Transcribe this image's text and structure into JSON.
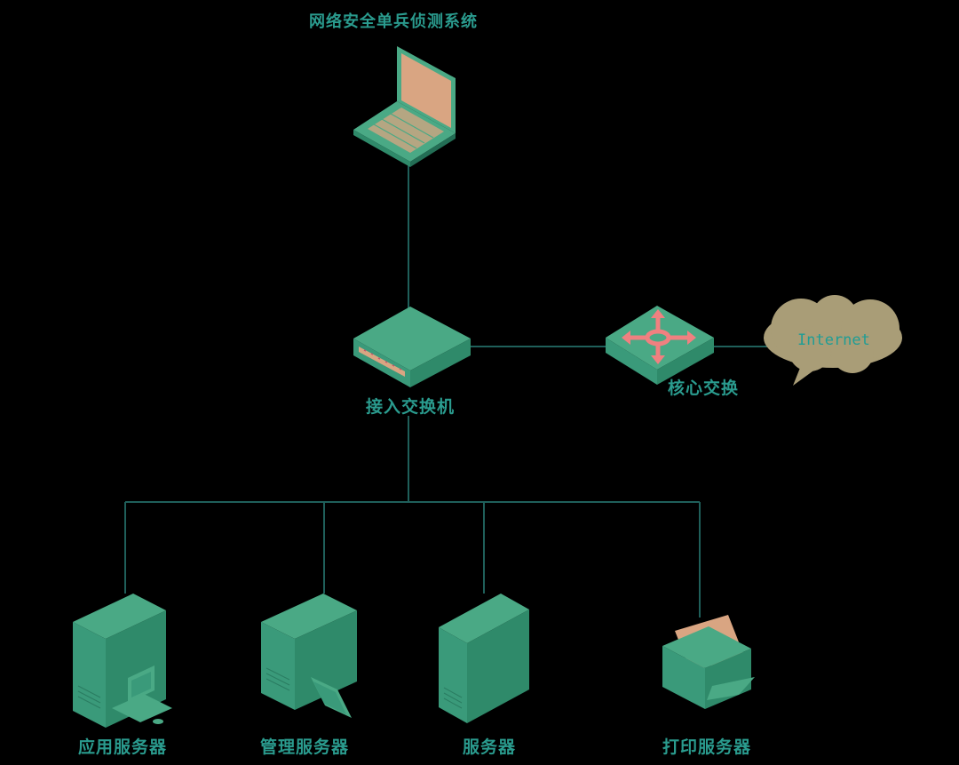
{
  "diagram": {
    "title": "网络安全单兵侦测系统",
    "nodes": {
      "access_switch": "接入交换机",
      "core_switch": "核心交换",
      "internet": "Internet",
      "app_server": "应用服务器",
      "mgmt_server": "管理服务器",
      "server": "服务器",
      "print_server": "打印服务器"
    }
  },
  "colors": {
    "background": "#000000",
    "line": "#1f5f5a",
    "device_top": "#4aa985",
    "device_side": "#2f8a6a",
    "device_front": "#3a9a7a",
    "screen": "#d9a582",
    "arrow": "#f08080",
    "cloud": "#a99d77",
    "label": "#2a9b8e"
  }
}
